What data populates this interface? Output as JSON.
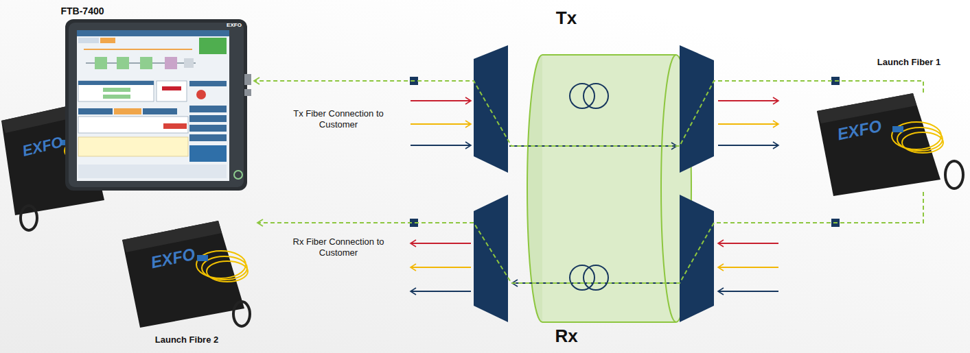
{
  "diagram": {
    "nodes": [
      {
        "text": [
          "FTB-7400"
        ]
      },
      {
        "text": [
          "Launch Fiber 1",
          "EXFO"
        ]
      },
      {
        "text": [
          "EXFO",
          "Launch Fibre 2"
        ]
      }
    ],
    "edges": [
      {
        "from": 1,
        "to": 0,
        "arrow": "to"
      },
      {
        "from": 1,
        "to": 2,
        "arrow": "to"
      }
    ],
    "labels": [
      "EXFO",
      "Tx",
      "Tx Fiber Connection to Customer",
      "EXFO",
      "Rx Fiber Connection to Customer",
      "Rx"
    ]
  }
}
